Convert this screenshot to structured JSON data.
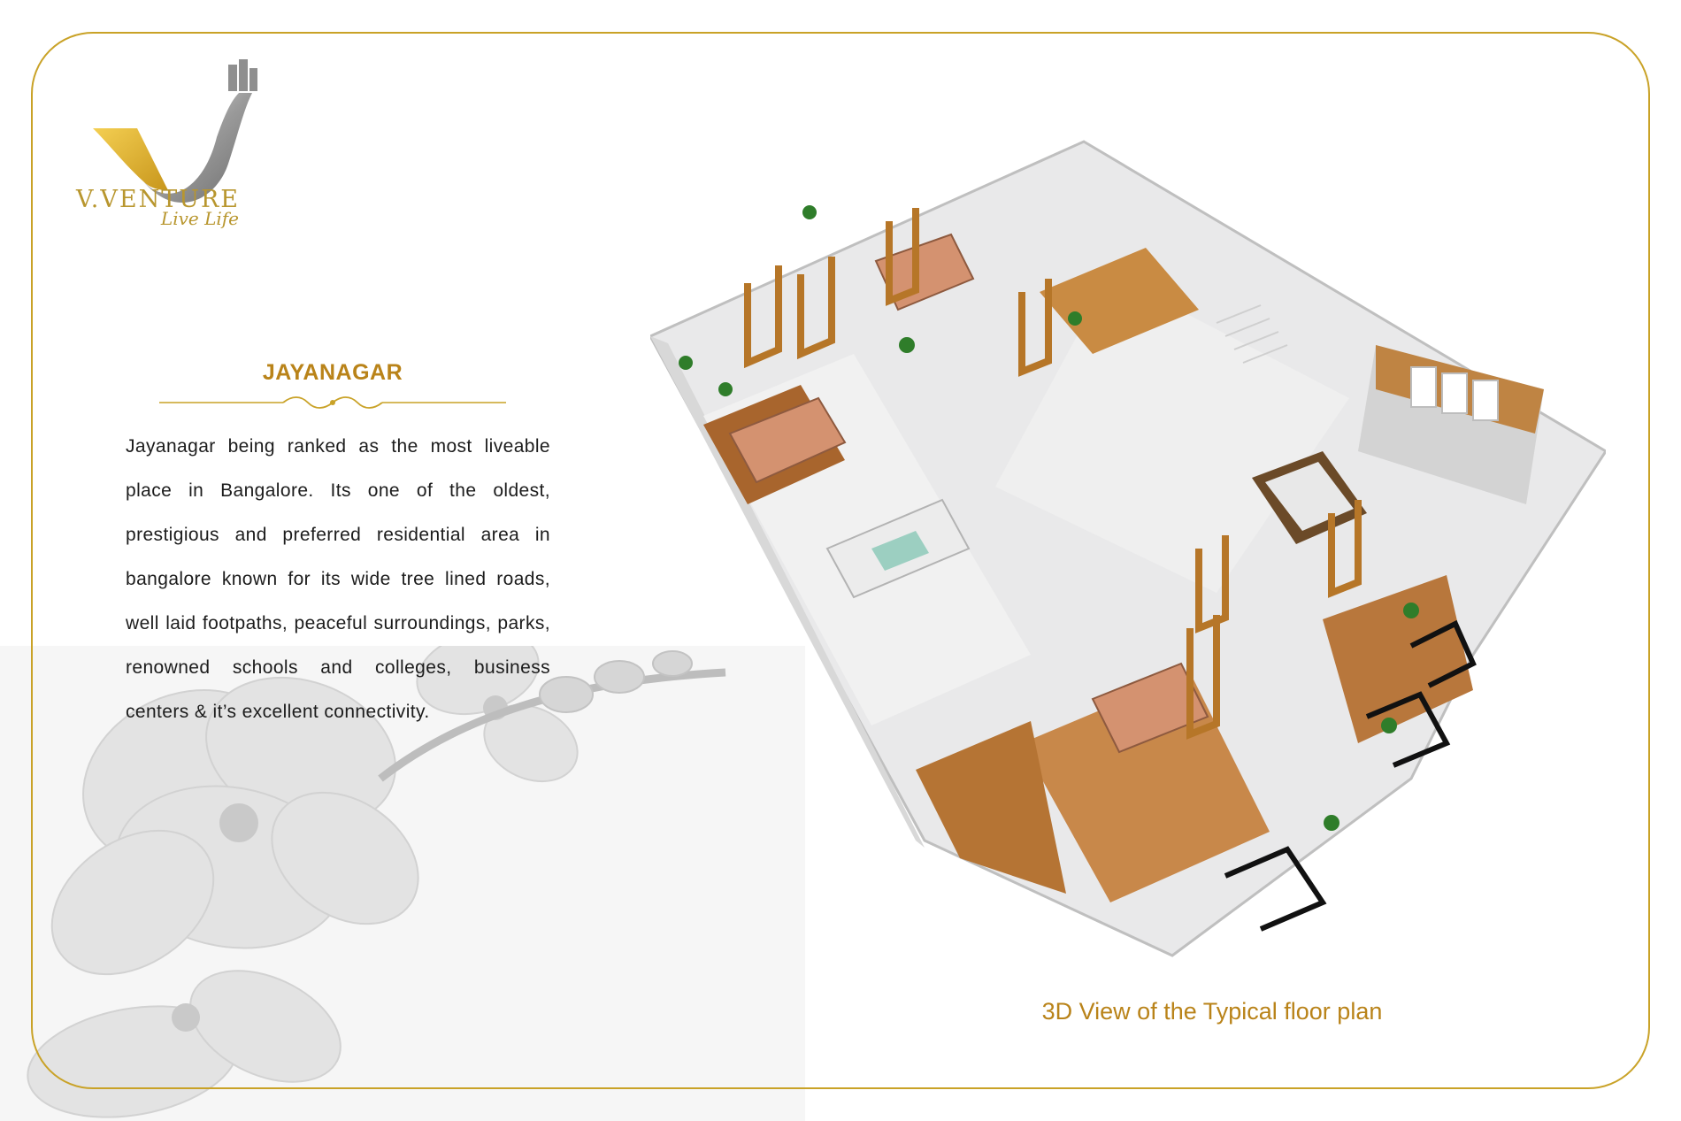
{
  "brand": {
    "name": "V.VENTURE",
    "tagline": "Live Life",
    "gold": "#c9a227",
    "text_gold": "#b98319"
  },
  "section": {
    "title": "JAYANAGAR",
    "body": "Jayanagar being ranked as the most liveable place in Bangalore. Its one of the oldest, prestigious and preferred residential area in bangalore known for its wide tree lined roads, well laid footpaths, peaceful surroundings, parks, renowned schools and colleges, business centers & it’s excellent connectivity."
  },
  "floorplan": {
    "caption": "3D View of the Typical floor plan"
  },
  "decor": {
    "background_image": "orchid-flowers",
    "logo_mark": "v-ribbon-building-logo"
  }
}
